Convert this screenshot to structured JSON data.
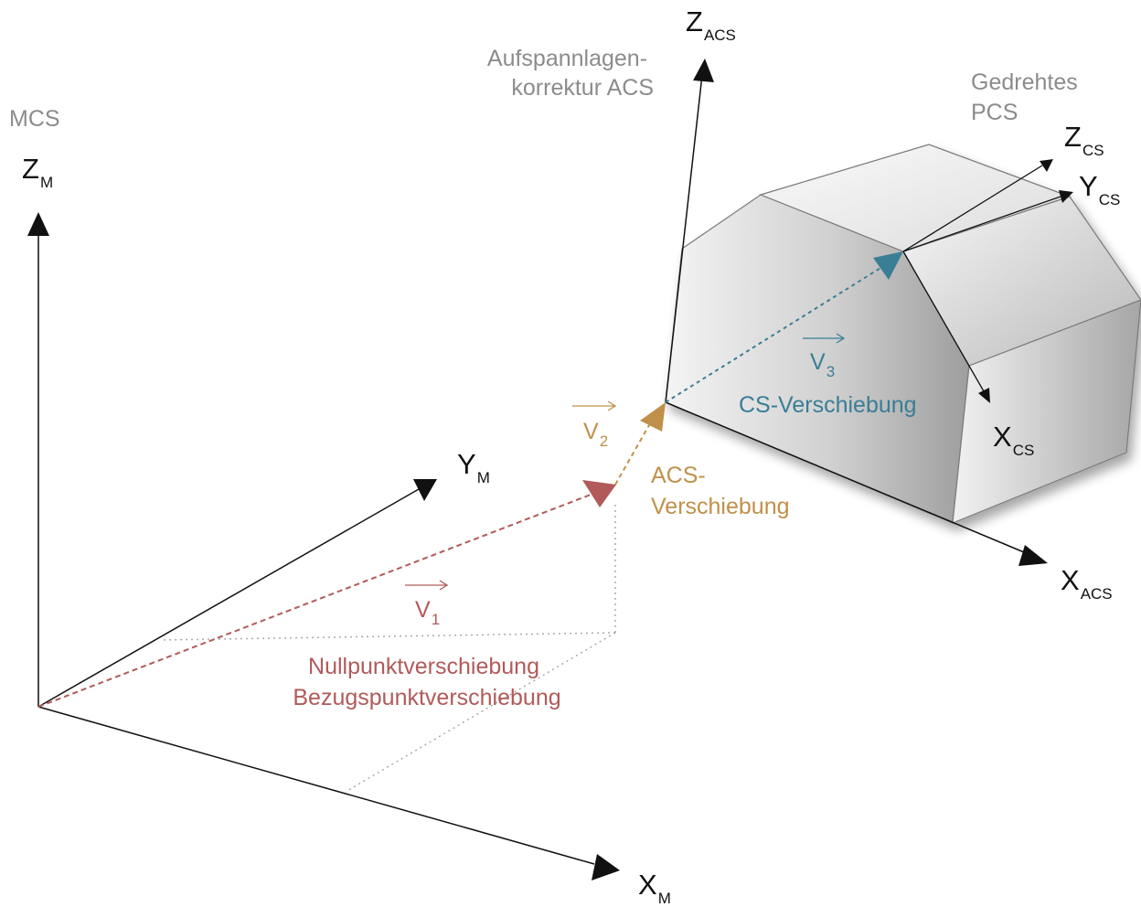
{
  "labels": {
    "mcs": "MCS",
    "acs_title": [
      "Aufspannlagen-",
      "korrektur ACS"
    ],
    "pcs_title": [
      "Gedrehtes",
      "PCS"
    ],
    "z_m": {
      "main": "Z",
      "sub": "M"
    },
    "y_m": {
      "main": "Y",
      "sub": "M"
    },
    "x_m": {
      "main": "X",
      "sub": "M"
    },
    "z_acs": {
      "main": "Z",
      "sub": "ACS"
    },
    "x_acs": {
      "main": "X",
      "sub": "ACS"
    },
    "z_cs": {
      "main": "Z",
      "sub": "CS"
    },
    "y_cs": {
      "main": "Y",
      "sub": "CS"
    },
    "x_cs": {
      "main": "X",
      "sub": "CS"
    },
    "v1": {
      "main": "V",
      "sub": "1"
    },
    "v2": {
      "main": "V",
      "sub": "2"
    },
    "v3": {
      "main": "V",
      "sub": "3"
    },
    "v1_desc": [
      "Nullpunktverschiebung",
      "Bezugspunktverschiebung"
    ],
    "v2_desc": [
      "ACS-",
      "Verschiebung"
    ],
    "v3_desc": "CS-Verschiebung"
  },
  "colors": {
    "v1": "#b25a5a",
    "v2": "#c0904a",
    "v3": "#3a7e95",
    "axis": "#111111",
    "caption": "#8c8c8c"
  }
}
